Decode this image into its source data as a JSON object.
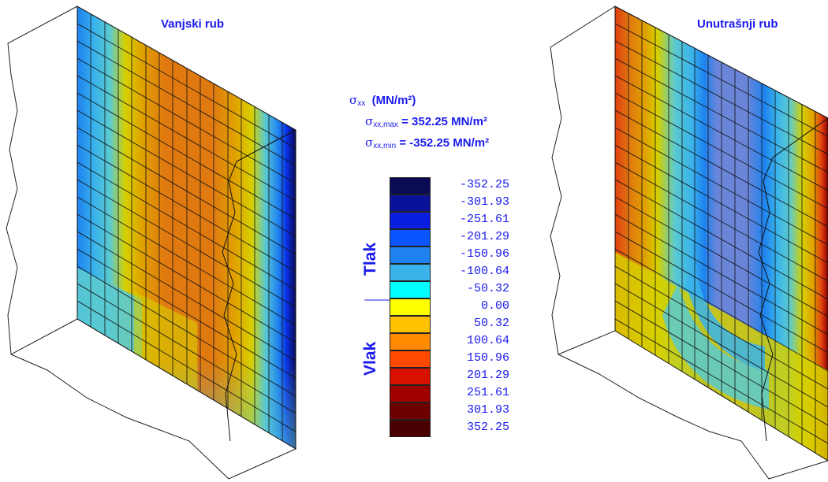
{
  "titles": {
    "left": "Vanjski rub",
    "right": "Unutrašnji rub"
  },
  "stress": {
    "symbol": "σ",
    "sub_xx": "xx",
    "unit": "(MN/m²)",
    "sub_max": "xx,max",
    "max_text": "=  352.25 MN/m²",
    "sub_min": "xx,min",
    "min_text": "= -352.25 MN/m²"
  },
  "legend": {
    "labels": {
      "compression": "Tlak",
      "tension": "Vlak"
    },
    "values": [
      "-352.25",
      "-301.93",
      "-251.61",
      "-201.29",
      "-150.96",
      "-100.64",
      "-50.32",
      "0.00",
      "50.32",
      "100.64",
      "150.96",
      "201.29",
      "251.61",
      "301.93",
      "352.25"
    ],
    "colors": [
      "#0a0a55",
      "#0a129a",
      "#0a1ee0",
      "#0a55ff",
      "#1e82f0",
      "#3ab3ea",
      "#00ffff",
      "#ffff00",
      "#ffc000",
      "#ff8a00",
      "#ff4a00",
      "#d81000",
      "#a00000",
      "#6e0000",
      "#4a0000"
    ]
  },
  "colors": {
    "text": "#1a1aee",
    "mesh": "#111111"
  }
}
